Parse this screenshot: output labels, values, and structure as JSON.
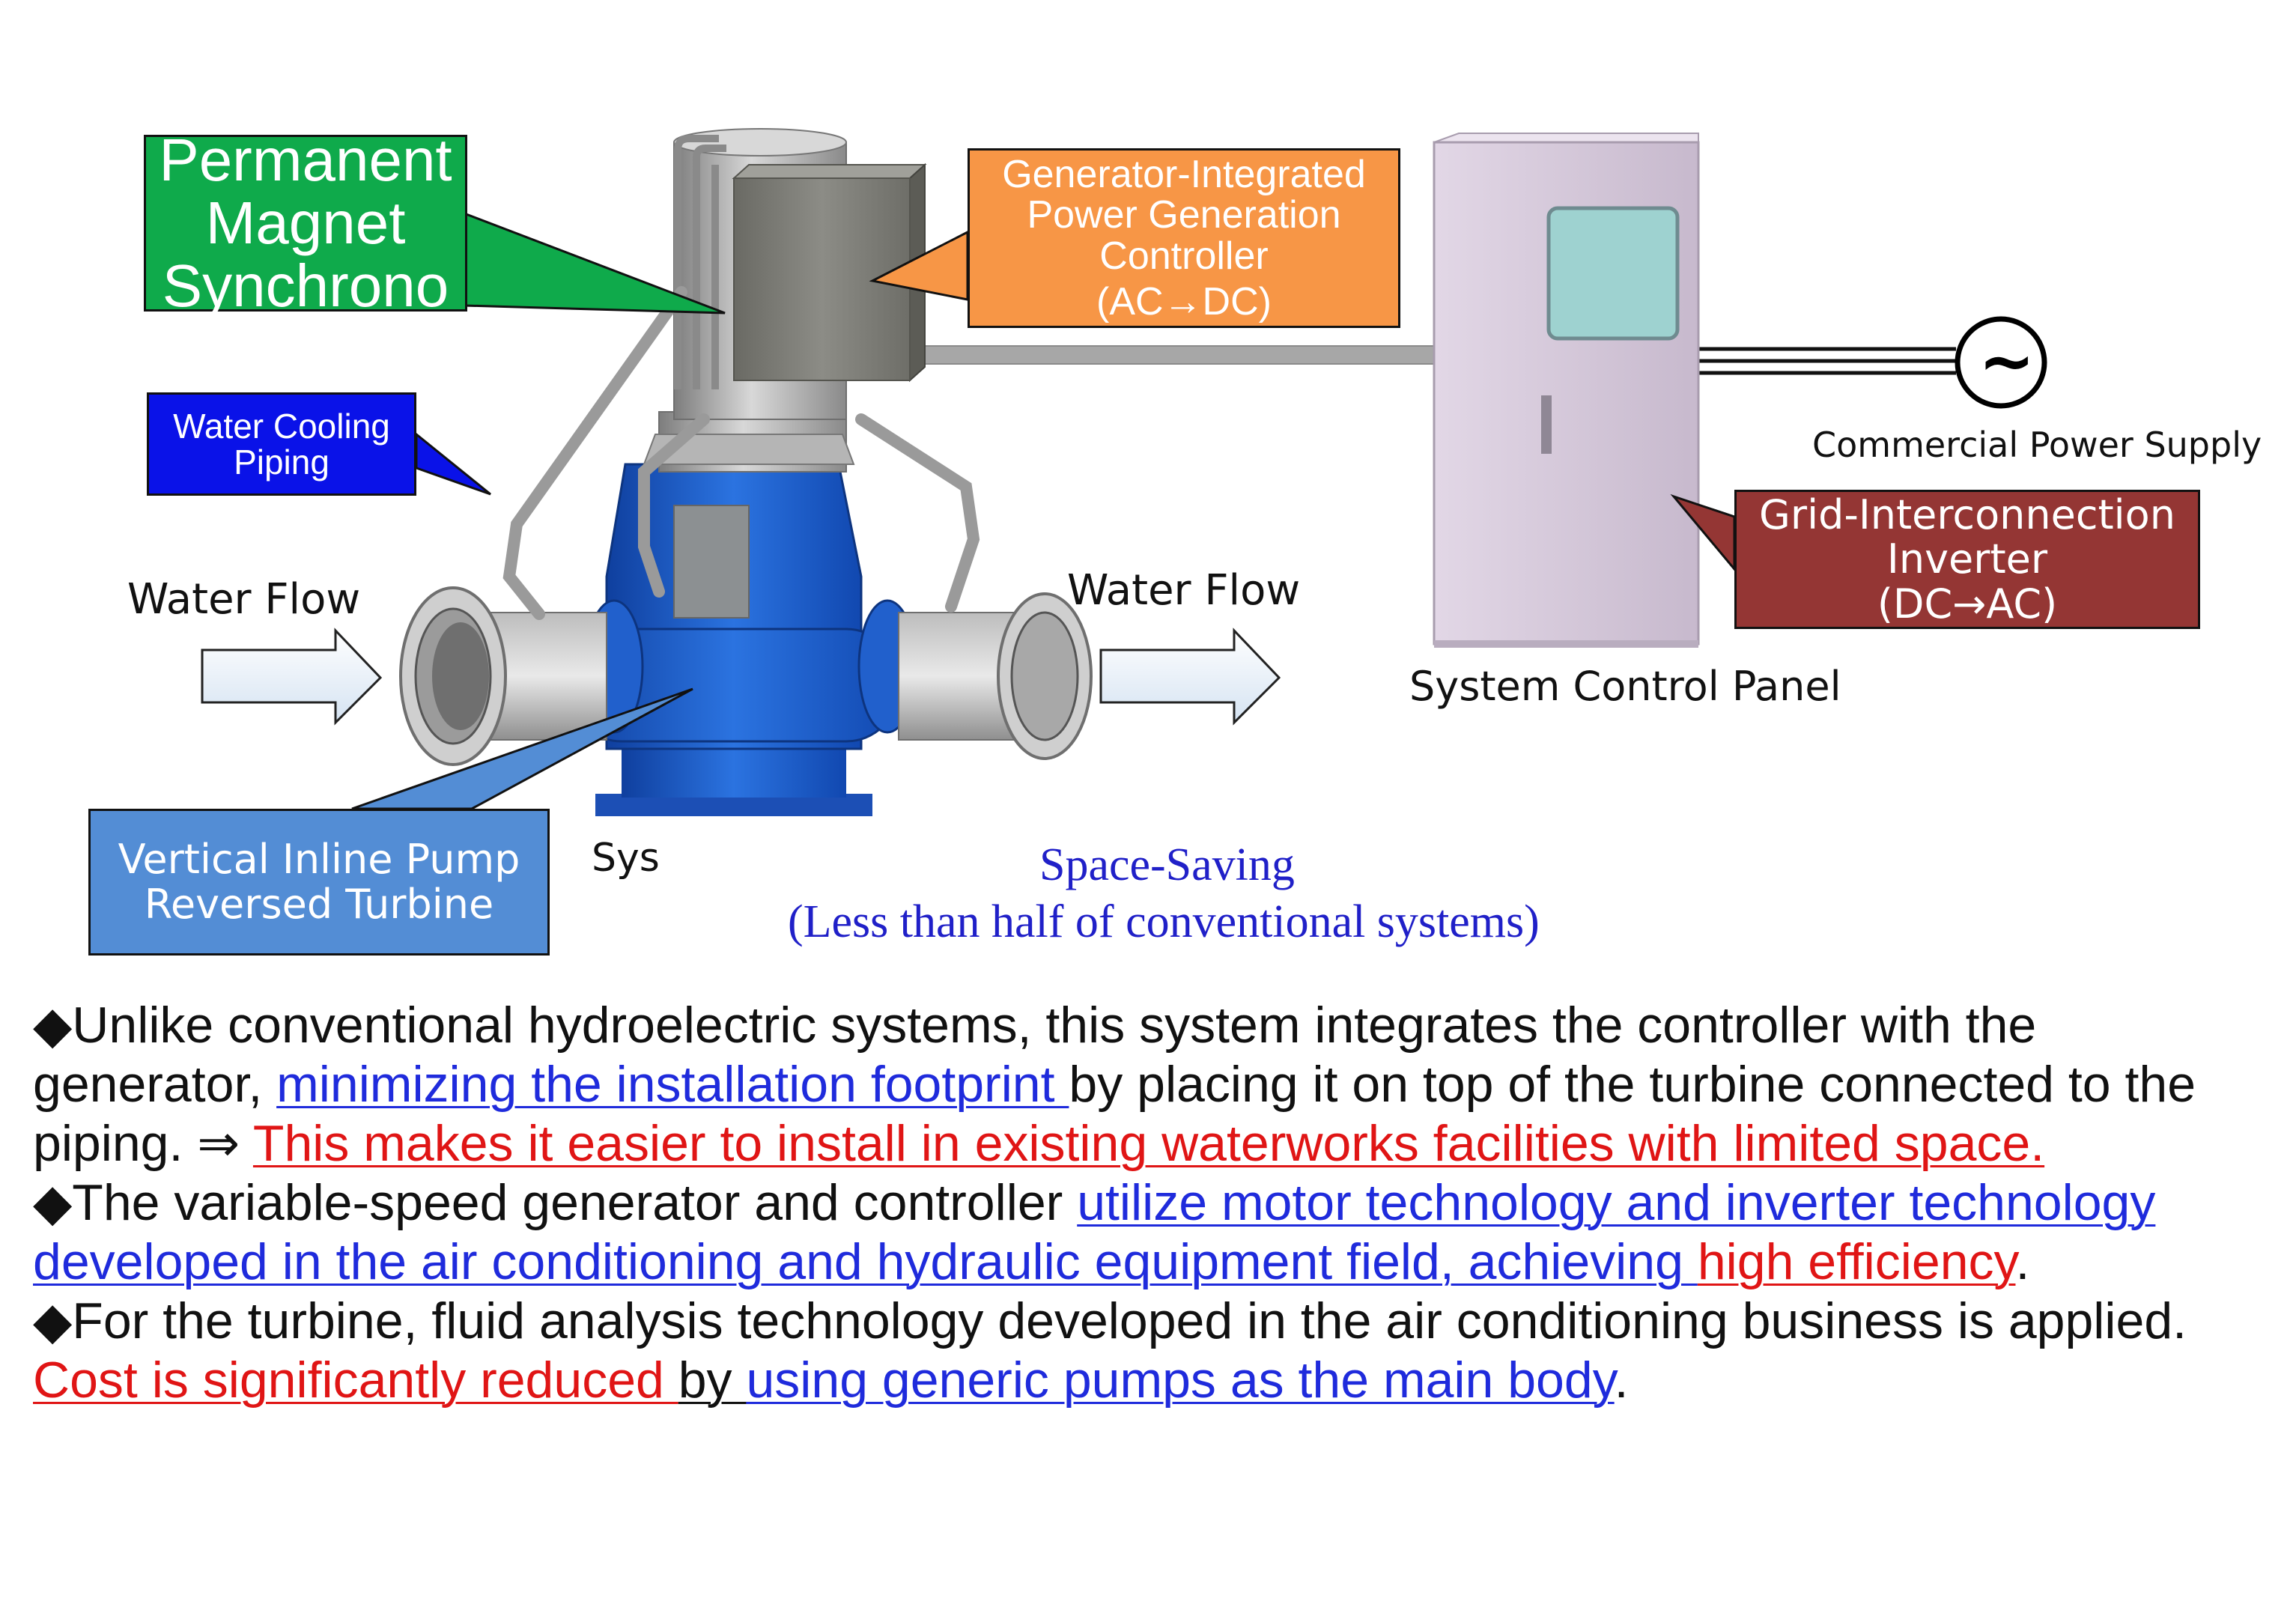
{
  "colors": {
    "green_box": "#0faa4b",
    "orange_box": "#f79646",
    "blue_box": "#0a12e8",
    "steel_blue_box": "#538dd5",
    "dark_red_box": "#943634",
    "panel": "#d9ccdd",
    "pump_blue": "#1e5fd0",
    "link_blue": "#1f2bdc",
    "emphasis_red": "#e01515"
  },
  "callouts": {
    "generator": {
      "lines": [
        "Permanent",
        "Magnet",
        "Synchrono"
      ]
    },
    "controller": {
      "lines": [
        "Generator-Integrated",
        "Power Generation",
        "Controller",
        "(AC→DC)"
      ]
    },
    "cooling": {
      "lines": [
        "Water Cooling",
        "Piping"
      ]
    },
    "pump": {
      "lines": [
        "Vertical Inline Pump",
        "Reversed Turbine"
      ]
    },
    "inverter": {
      "lines": [
        "Grid-Interconnection",
        "Inverter",
        "(DC→AC)"
      ]
    }
  },
  "labels": {
    "water_flow_in": "Water Flow",
    "water_flow_out": "Water Flow",
    "commercial_power": "Commercial Power Supply",
    "system_panel": "System Control Panel",
    "sys": "Sys",
    "ac_symbol": "~"
  },
  "space_saving": {
    "line1": "Space-Saving",
    "line2": "(Less than half of conventional systems)"
  },
  "description": {
    "p1": [
      {
        "text": "◆Unlike conventional hydroelectric systems, this system integrates the controller with the generator, ",
        "style": "plain"
      },
      {
        "text": "minimizing the installation footprint ",
        "style": "blue"
      },
      {
        "text": "by placing it on top of the turbine connected to the piping. ⇒ ",
        "style": "plain"
      },
      {
        "text": "This makes it easier to install in existing waterworks facilities with limited space.",
        "style": "red"
      }
    ],
    "p2": [
      {
        "text": "◆The variable-speed generator and controller ",
        "style": "plain"
      },
      {
        "text": "utilize motor technology and inverter technology developed in the air conditioning and hydraulic equipment field, achieving ",
        "style": "blue"
      },
      {
        "text": "high efficiency",
        "style": "red"
      },
      {
        "text": ".",
        "style": "plain"
      }
    ],
    "p3": [
      {
        "text": "◆For the turbine, fluid analysis technology developed in the air conditioning business is applied. ",
        "style": "plain"
      },
      {
        "text": "Cost is significantly reduced ",
        "style": "red"
      },
      {
        "text": "by ",
        "style": "black-u"
      },
      {
        "text": "using generic pumps as the main body",
        "style": "blue"
      },
      {
        "text": ".",
        "style": "plain"
      }
    ]
  }
}
